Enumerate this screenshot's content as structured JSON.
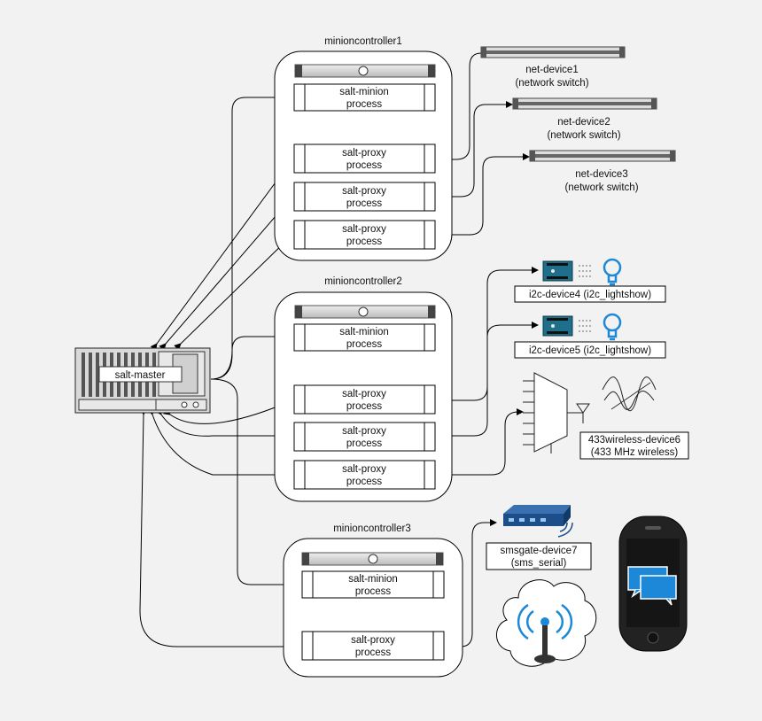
{
  "controllers": [
    {
      "title": "minioncontroller1",
      "processes": [
        [
          "salt-minion",
          "process"
        ],
        [
          "salt-proxy",
          "process"
        ],
        [
          "salt-proxy",
          "process"
        ],
        [
          "salt-proxy",
          "process"
        ]
      ]
    },
    {
      "title": "minioncontroller2",
      "processes": [
        [
          "salt-minion",
          "process"
        ],
        [
          "salt-proxy",
          "process"
        ],
        [
          "salt-proxy",
          "process"
        ],
        [
          "salt-proxy",
          "process"
        ]
      ]
    },
    {
      "title": "minioncontroller3",
      "processes": [
        [
          "salt-minion",
          "process"
        ],
        [
          "salt-proxy",
          "process"
        ]
      ]
    }
  ],
  "master": {
    "label": "salt-master"
  },
  "devices": {
    "net1": [
      "net-device1",
      "(network switch)"
    ],
    "net2": [
      "net-device2",
      "(network switch)"
    ],
    "net3": [
      "net-device3",
      "(network switch)"
    ],
    "i2c4": "i2c-device4 (i2c_lightshow)",
    "i2c5": "i2c-device5 (i2c_lightshow)",
    "wireless6": [
      "433wireless-device6",
      "(433 MHz wireless)"
    ],
    "sms7": [
      "smsgate-device7",
      "(sms_serial)"
    ]
  },
  "colors": {
    "background": "#f2f2f2",
    "stroke": "#000000",
    "accent_blue": "#1e88d8",
    "arduino": "#1f6f8b",
    "gateway": "#1c4f8a",
    "phone": "#222222"
  }
}
